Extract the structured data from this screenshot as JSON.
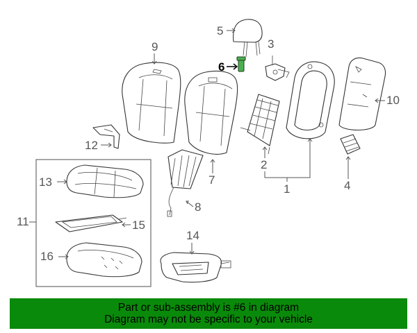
{
  "colors": {
    "footer_background": "#0a8a0a",
    "highlight_part": "#4caf50",
    "line": "#333333"
  },
  "callouts": {
    "c1": "1",
    "c2": "2",
    "c3": "3",
    "c4": "4",
    "c5": "5",
    "c6": "6",
    "c7": "7",
    "c8": "8",
    "c9": "9",
    "c10": "10",
    "c11": "11",
    "c12": "12",
    "c13": "13",
    "c14": "14",
    "c15": "15",
    "c16": "16"
  },
  "highlighted_part": "6",
  "footer": {
    "line1": "Part or sub-assembly is #6 in diagram",
    "line2": "Diagram may not be specific to your vehicle"
  }
}
